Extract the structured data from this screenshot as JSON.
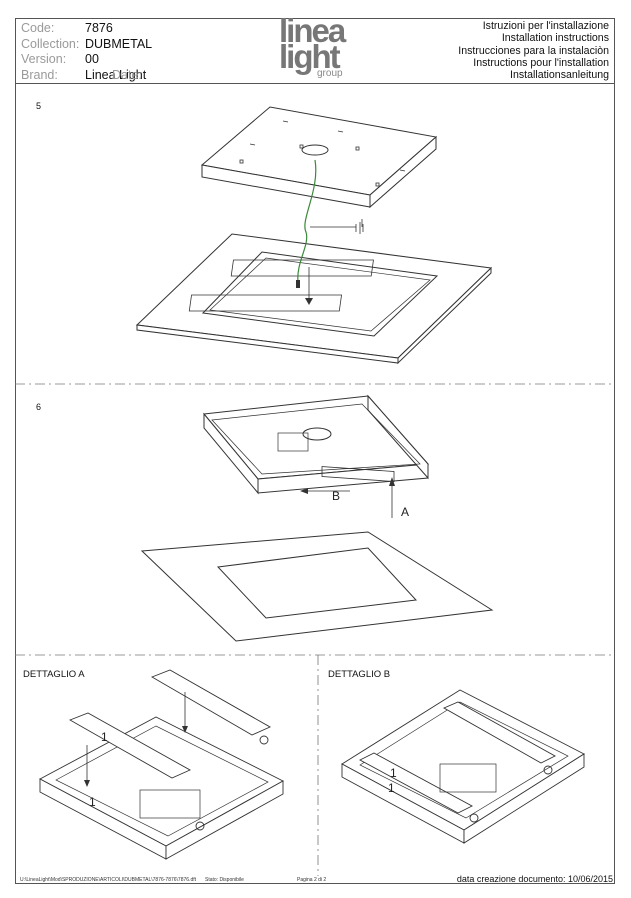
{
  "header": {
    "labels": [
      "Code:",
      "Collection:",
      "Version:",
      "Brand:"
    ],
    "code": "7876",
    "collection": "DUBMETAL",
    "version": "00",
    "date_label": "Date:",
    "brand": "Linea Light",
    "logo": {
      "line1": "linea",
      "line2": "light",
      "line3": "group"
    },
    "languages": [
      "Istruzioni per l'installazione",
      "Installation instructions",
      "Instrucciones para la instalaciòn",
      "Instructions pour l'installation",
      "Installationsanleitung"
    ]
  },
  "steps": {
    "step5": "5",
    "step6": "6"
  },
  "figure6": {
    "arrow_a": "A",
    "arrow_b": "B"
  },
  "details": {
    "detail_a": {
      "title": "DETTAGLIO A",
      "callout_top": "1",
      "callout_bottom": "1"
    },
    "detail_b": {
      "title": "DETTAGLIO B",
      "callout_top": "1",
      "callout_bottom": "1"
    }
  },
  "footer": {
    "path": "U:\\LineaLight\\Mod\\SPRODUZIONE\\ARTICOLI\\DUBMETAL\\7876-7876\\7876.dft",
    "state": "Stato: Disponibile",
    "page": "Pagina  2 di  2",
    "created": "data creazione documento: 10/06/2015"
  },
  "colors": {
    "ground_wire": "#3a8a3a",
    "line": "#333333",
    "logo_gray": "#777777"
  }
}
